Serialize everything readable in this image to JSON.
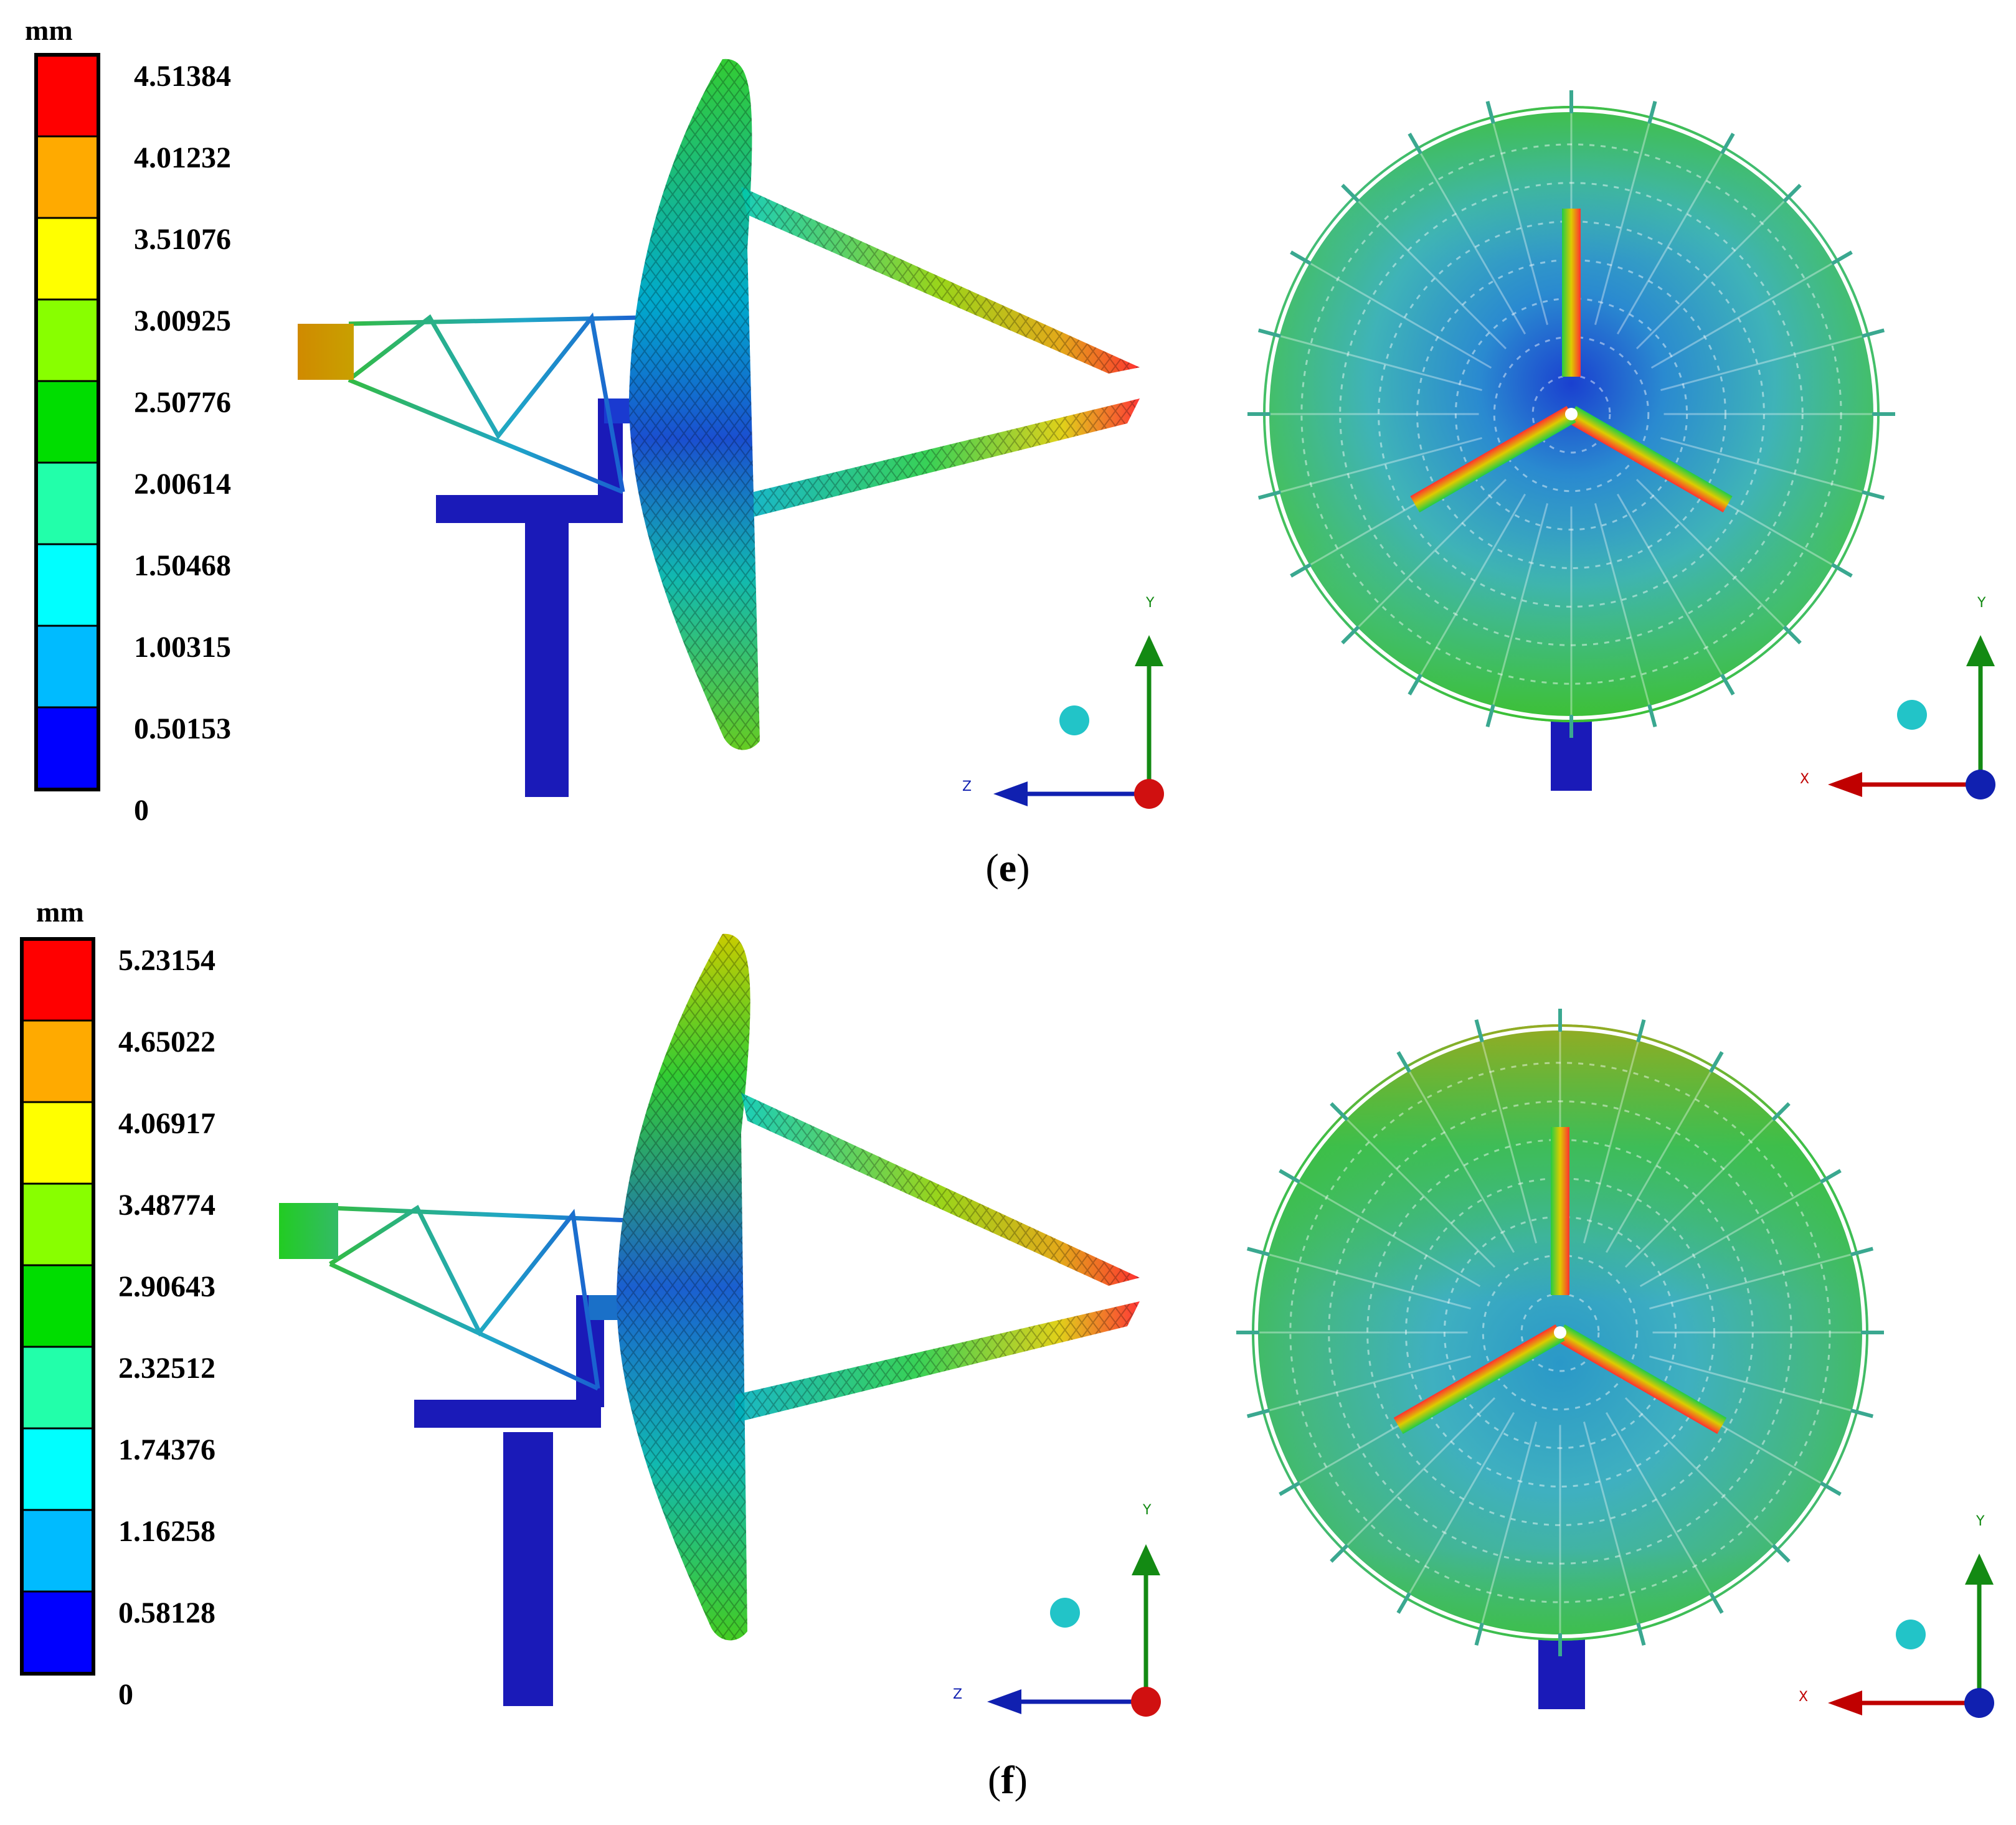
{
  "colors": {
    "legend": [
      "#ff0000",
      "#ffaa00",
      "#ffff00",
      "#88ff00",
      "#00dd00",
      "#22ffaa",
      "#00ffff",
      "#00bbff",
      "#0000ff"
    ],
    "structure_blue": "#1a1ab8",
    "axis_y": "#138a13",
    "axis_x": "#c00000",
    "axis_z": "#1020b0",
    "dish_green": "#3fbf3a",
    "dish_teal": "#3fb7a8",
    "dish_blue": "#2a78d0"
  },
  "panels": [
    {
      "unit": "mm",
      "scale": [
        "4.51384",
        "4.01232",
        "3.51076",
        "3.00925",
        "2.50776",
        "2.00614",
        "1.50468",
        "1.00315",
        "0.50153",
        "0"
      ],
      "side_axes": {
        "vertical": "Y",
        "horizontal": "Z"
      },
      "front_axes": {
        "vertical": "Y",
        "horizontal": "X"
      },
      "caption_letter": "e"
    },
    {
      "unit": "mm",
      "scale": [
        "5.23154",
        "4.65022",
        "4.06917",
        "3.48774",
        "2.90643",
        "2.32512",
        "1.74376",
        "1.16258",
        "0.58128",
        "0"
      ],
      "side_axes": {
        "vertical": "Y",
        "horizontal": "Z"
      },
      "front_axes": {
        "vertical": "Y",
        "horizontal": "X"
      },
      "caption_letter": "f"
    }
  ]
}
